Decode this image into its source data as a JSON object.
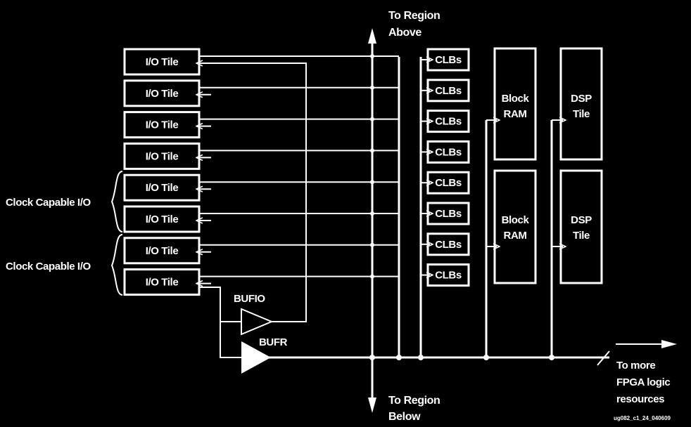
{
  "io_tiles": [
    "I/O Tile",
    "I/O Tile",
    "I/O Tile",
    "I/O Tile",
    "I/O Tile",
    "I/O Tile",
    "I/O Tile",
    "I/O Tile"
  ],
  "clbs": [
    "CLBs",
    "CLBs",
    "CLBs",
    "CLBs",
    "CLBs",
    "CLBs",
    "CLBs",
    "CLBs"
  ],
  "clock_capable_labels": [
    "Clock Capable I/O",
    "Clock Capable I/O"
  ],
  "block_ram": [
    [
      "Block",
      "RAM"
    ],
    [
      "Block",
      "RAM"
    ]
  ],
  "dsp_tile": [
    [
      "DSP",
      "Tile"
    ],
    [
      "DSP",
      "Tile"
    ]
  ],
  "bufio_label": "BUFIO",
  "bufr_label": "BUFR",
  "region_above": [
    "To Region",
    "Above"
  ],
  "region_below": [
    "To Region",
    "Below"
  ],
  "more_resources": [
    "To more",
    "FPGA logic",
    "resources"
  ],
  "figure_id": "ug082_c1_24_040609"
}
